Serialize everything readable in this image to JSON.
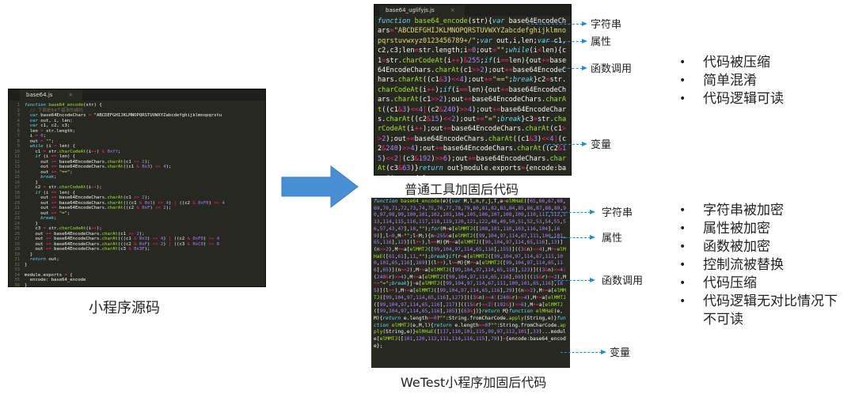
{
  "source_editor": {
    "tab": "base64.js",
    "caption": "小程序源码",
    "lines": [
      "function base64_encode(str) {",
      "  // 下面是64个基本的编码",
      "  var base64EncodeChars = \"ABCDEFGHIJKLMNOPQRSTUVWXYZabcdefghijklmnopqrstu",
      "  var out, i, len;",
      "  var c1, c2, c3;",
      "  len = str.length;",
      "  i = 0;",
      "  out = \"\";",
      "  while (i < len) {",
      "    c1 = str.charCodeAt(i++) & 0xff;",
      "    if (i == len) {",
      "      out += base64EncodeChars.charAt(c1 >> 2);",
      "      out += base64EncodeChars.charAt((c1 & 0x3) << 4);",
      "      out += \"==\";",
      "      break;",
      "    }",
      "    c2 = str.charCodeAt(i++);",
      "    if (i == len) {",
      "      out += base64EncodeChars.charAt(c1 >> 2);",
      "      out += base64EncodeChars.charAt(((c1 & 0x3) << 4) | ((c2 & 0xF0) >> 4",
      "      out += base64EncodeChars.charAt((c2 & 0xF) << 2);",
      "      out += \"=\";",
      "      break;",
      "    }",
      "    c3 = str.charCodeAt(i++);",
      "    out += base64EncodeChars.charAt(c1 >> 2);",
      "    out += base64EncodeChars.charAt(((c1 & 0x3) << 4) | ((c2 & 0xF0) >> 4",
      "    out += base64EncodeChars.charAt(((c2 & 0xF) << 2) | ((c3 & 0xC0) >> 6",
      "    out += base64EncodeChars.charAt(c3 & 0x3F);",
      "  }",
      "  return out;",
      "}",
      "",
      "module.exports = {",
      "  encode: base64_encode",
      "}"
    ]
  },
  "obf1_editor": {
    "tab": "base64_uglifyjs.js",
    "caption": "普通工具加固后代码",
    "code": "function base64_encode(str){var base64EncodeChars=\"ABCDEFGHIJKLMNOPQRSTUVWXYZabcdefghijklmnopqrstuvwxyz0123456789+/\";var out,i,len;var c1,c2,c3;len=str.length;i=0;out=\"\";while(i<len){c1=str.charCodeAt(i++)&255;if(i==len){out+=base64EncodeChars.charAt(c1>>2);out+=base64EncodeChars.charAt((c1&3)<<4);out+=\"==\";break}c2=str.charCodeAt(i++);if(i==len){out+=base64EncodeChars.charAt(c1>>2);out+=base64EncodeChars.charAt((c1&3)<<4|(c2&240)>>4);out+=base64EncodeChars.charAt((c2&15)<<2);out+=\"=\";break}c3=str.charCodeAt(i++);out+=base64EncodeChars.charAt(c1>>2);out+=base64EncodeChars.charAt((c1&3)<<4|(c2&240)>>4);out+=base64EncodeChars.charAt((c2&15)<<2|(c3&192)>>6);out+=base64EncodeChars.charAt(c3&63)}return out}module.exports={encode:base64_encode};",
    "labels": [
      "字符串",
      "属性",
      "函数调用",
      "变量"
    ],
    "bullets": [
      "代码被压缩",
      "简单混淆",
      "代码逻辑可读"
    ]
  },
  "obf2_editor": {
    "caption": "WeTest小程序加固后代码",
    "code": "function base64_encode(e){var M,l,n,r,j,T,a=elMHaE([65,66,67,68,69,70,71,72,73,74,75,76,77,78,79,80,81,82,83,84,85,86,87,88,89,90,97,98,99,100,101,102,103,104,105,106,107,108,109,110,111,112,113,114,115,116,117,118,119,120,121,122,48,49,50,51,52,53,54,55,56,57,43,47],18,\"\");for(M=e[elMMTJ([108,101,110,103,116,104],169)],l=0,M=\"\";l<M;){n=255&e[elMMTJ([99,104,97,114,67,111,100,101,65,116],12)](l++),l==M){M+=a[elMMTJ([99,104,97,114,65,116],13)](n>>2),M+=a[elMMTJ([99,104,97,114,65,116],155)]((3&n)<<4),M+=elMHaE([61,61],11,\"\");break}if(r=e[elMMTJ([99,104,97,114,67,111,100,101,65,116],169)](l++),l==M){M+=a[elMMTJ([99,104,97,114,65,116],65)](n>>2),M+=a[elMMTJ([99,104,97,114,65,116],123)]((3&n)<<4|(240&r)>>4),M+=a[elMMTJ([99,104,97,114,65,116],69)]((15&r)<<2),M+=\"=\";break}j=e[elMMTJ([99,104,97,114,67,111,100,101,65,116],185)](l++),M+=a[elMMTJ([99,104,97,114,65,116],29)](n>>2),M+=a[elMMTJ([99,104,97,114,65,116],127)]((3&n)<<4|(240&r)>>4),M+=a[elMMTJ([99,104,97,114,65,116],217)]((15&r)<<2|(192&j)>>6),M+=a[elMMTJ([99,104,97,114,65,116],185)](63&j)}return M}function elMHaE(e,M){return e.length>=0?\"\":String.fromCharCode.apply(String,e)}function elMMTJ(e,M,l){return e.length<=0?\"\":String.fromCharCode.apply(String,e)}elMHaE([117,110,101,115,99,97,112,101],33)...module[elMMTJ([101,120,112,111,114,116,115],79)]={encode:base64_encode};",
    "labels": [
      "字符串",
      "属性",
      "函数调用",
      "变量"
    ],
    "bullets": [
      "字符串被加密",
      "属性被加密",
      "函数被加密",
      "控制流被替换",
      "代码压缩",
      "代码逻辑无对比情况下不可读"
    ]
  },
  "colors": {
    "editor_bg": "#272822",
    "arrow_blue": "#4a8fd4",
    "dashed_blue": "#1c8fd8"
  }
}
